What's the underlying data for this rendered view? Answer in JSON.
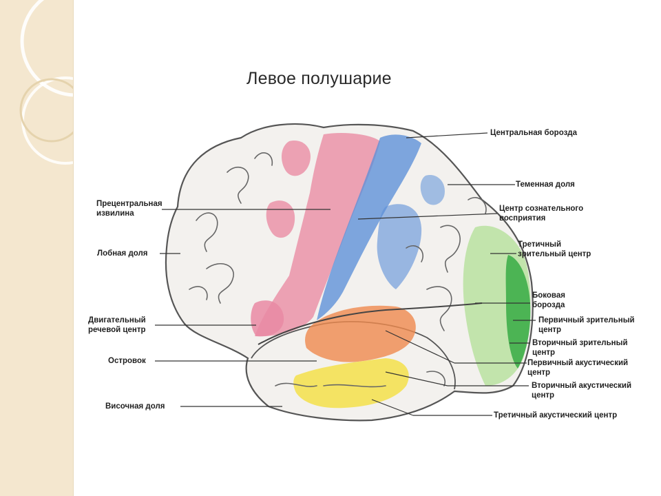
{
  "slide": {
    "title": "Левое полушарие",
    "accent_bg": "#f4e7cf"
  },
  "labels": {
    "central_sulcus": "Центральная борозда",
    "parietal_lobe": "Теменная доля",
    "conscious_center_1": "Центр сознательного",
    "conscious_center_2": "восприятия",
    "tertiary_visual_1": "Третичный",
    "tertiary_visual_2": "зрительный центр",
    "lateral_sulcus_1": "Боковая",
    "lateral_sulcus_2": "борозда",
    "primary_visual_1": "Первичный зрительный",
    "primary_visual_2": "центр",
    "secondary_visual_1": "Вторичный зрительный",
    "secondary_visual_2": "центр",
    "primary_acoustic_1": "Первичный акустический",
    "primary_acoustic_2": "центр",
    "secondary_acoustic_1": "Вторичный акустический",
    "secondary_acoustic_2": "центр",
    "tertiary_acoustic": "Третичный акустический центр",
    "precentral_gyrus_1": "Прецентральная",
    "precentral_gyrus_2": "извилина",
    "frontal_lobe": "Лобная доля",
    "motor_speech_1": "Двигательный",
    "motor_speech_2": "речевой центр",
    "insula": "Островок",
    "temporal_lobe": "Височная доля"
  },
  "region_colors": {
    "motor": "#e98aa3",
    "sensory": "#5b8fd8",
    "visual_secondary": "#b8e2a0",
    "visual_primary": "#3fae4a",
    "acoustic_primary": "#ef8a4e",
    "acoustic_secondary": "#f3e04a"
  }
}
